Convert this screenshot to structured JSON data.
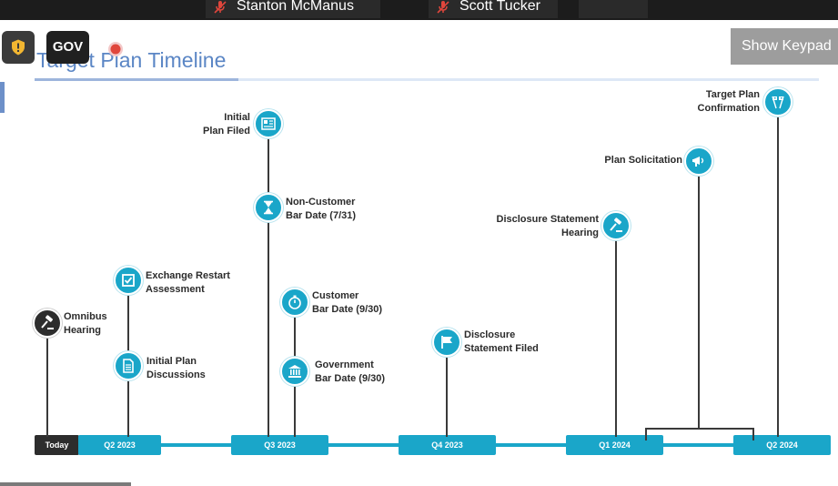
{
  "participants": [
    {
      "name": "Stanton McManus"
    },
    {
      "name": "Scott Tucker"
    }
  ],
  "controls": {
    "gov_label": "GOV",
    "show_keypad_label": "Show Keypad"
  },
  "slide": {
    "title": "Target Plan Timeline",
    "periods": [
      "Today",
      "Q2 2023",
      "Q3 2023",
      "Q4 2023",
      "Q1 2024",
      "Q2 2024"
    ],
    "milestones": [
      {
        "line1": "Omnibus",
        "line2": "Hearing",
        "icon": "gavel-icon"
      },
      {
        "line1": "Exchange Restart",
        "line2": "Assessment",
        "icon": "checkbox-icon"
      },
      {
        "line1": "Initial Plan",
        "line2": "Discussions",
        "icon": "document-icon"
      },
      {
        "line1": "Initial",
        "line2": "Plan Filed",
        "icon": "newspaper-icon"
      },
      {
        "line1": "Non-Customer",
        "line2": "Bar Date (7/31)",
        "icon": "hourglass-icon"
      },
      {
        "line1": "Customer",
        "line2": "Bar Date (9/30)",
        "icon": "stopwatch-icon"
      },
      {
        "line1": "Government",
        "line2": "Bar Date (9/30)",
        "icon": "bank-icon"
      },
      {
        "line1": "Disclosure",
        "line2": "Statement Filed",
        "icon": "flag-icon"
      },
      {
        "line1": "Disclosure Statement",
        "line2": "Hearing",
        "icon": "gavel-icon"
      },
      {
        "line1": "Plan Solicitation",
        "line2": "",
        "icon": "megaphone-icon"
      },
      {
        "line1": "Target Plan",
        "line2": "Confirmation",
        "icon": "checkered-flags-icon"
      }
    ]
  },
  "colors": {
    "accent": "#1aa6c9",
    "title": "#5b86c5",
    "dark_node": "#2d2d2d",
    "mic_muted": "#e0463c"
  }
}
